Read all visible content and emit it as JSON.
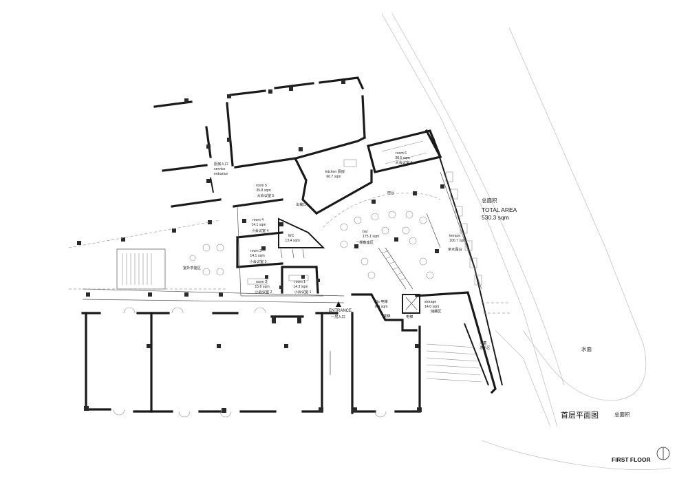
{
  "total_area": {
    "cn_label": "总面积",
    "en_label": "TOTAL AREA",
    "value": "530.3 sqm"
  },
  "rooms": {
    "room6": {
      "name": "room 6",
      "area": "38.5 sqm",
      "cn": "大会议室 6"
    },
    "kitchen": {
      "name": "kitchen 厨房",
      "area": "60.7 sqm"
    },
    "room5": {
      "name": "room 5",
      "area": "35.8 sqm",
      "cn": "大会议室 5"
    },
    "room4": {
      "name": "room 4",
      "area": "14.1 sqm",
      "cn": "小会议室 4"
    },
    "room3": {
      "name": "room 3",
      "area": "14.1 sqm",
      "cn": "小会议室 3"
    },
    "room2": {
      "name": "room 2",
      "area": "15.6 sqm",
      "cn": "小会议室 2"
    },
    "room1": {
      "name": "room 1",
      "area": "14.3 sqm",
      "cn": "小会议室 1"
    },
    "wc": {
      "name": "WC",
      "area": "13.4 sqm"
    },
    "bar": {
      "name": "bar",
      "area": "175.1 sqm",
      "cn": "一楼散座区"
    },
    "terrace": {
      "name": "terrace",
      "area": "100.7 sqm",
      "cn": "亲水露台"
    },
    "lifts": {
      "name": "lifts 电梯",
      "area": "8.0 sqm"
    },
    "storage": {
      "name": "storage",
      "area": "14.0 sqm",
      "cn": "储藏区"
    }
  },
  "annotations": {
    "service_cn": "厨房入口",
    "service_en1": "service",
    "service_en2": "entrance",
    "serving": "出餐口",
    "bar_counter": "吧台",
    "outdoor_tea": "室外茶座区",
    "entrance_en": "ENTRANCE",
    "entrance_cn": "一层入口",
    "stair_label": "楼梯",
    "lift_label": "电梯",
    "kids_1": "儿童",
    "kids_2": "游乐区",
    "water": "水面"
  },
  "title": {
    "cn": "首层平面图",
    "cn_area": "总面积",
    "en": "FIRST FLOOR"
  }
}
